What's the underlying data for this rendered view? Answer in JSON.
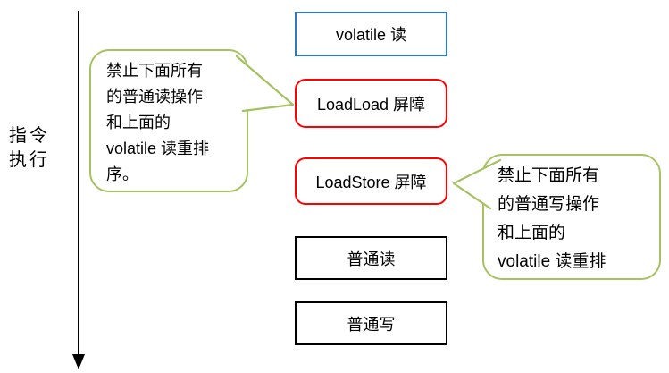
{
  "timeline": {
    "label_lines": [
      "指令",
      "执行"
    ]
  },
  "boxes": [
    {
      "id": "volatile-read",
      "label": "volatile 读"
    },
    {
      "id": "loadload-barrier",
      "label": "LoadLoad 屏障"
    },
    {
      "id": "loadstore-barrier",
      "label": "LoadStore 屏障"
    },
    {
      "id": "normal-read",
      "label": "普通读"
    },
    {
      "id": "normal-write",
      "label": "普通写"
    }
  ],
  "callouts": {
    "left": {
      "lines": [
        "禁止下面所有",
        "的普通读操作",
        "和上面的",
        "volatile 读重排",
        "序。"
      ]
    },
    "right": {
      "lines": [
        "禁止下面所有",
        "的普通写操作",
        "和上面的",
        "volatile 读重排"
      ]
    }
  },
  "colors": {
    "volatile_border": "#2e79c0",
    "barrier_border": "#ff0000",
    "normal_border": "#000000",
    "callout_border": "#a5c262",
    "arrow": "#000000"
  }
}
